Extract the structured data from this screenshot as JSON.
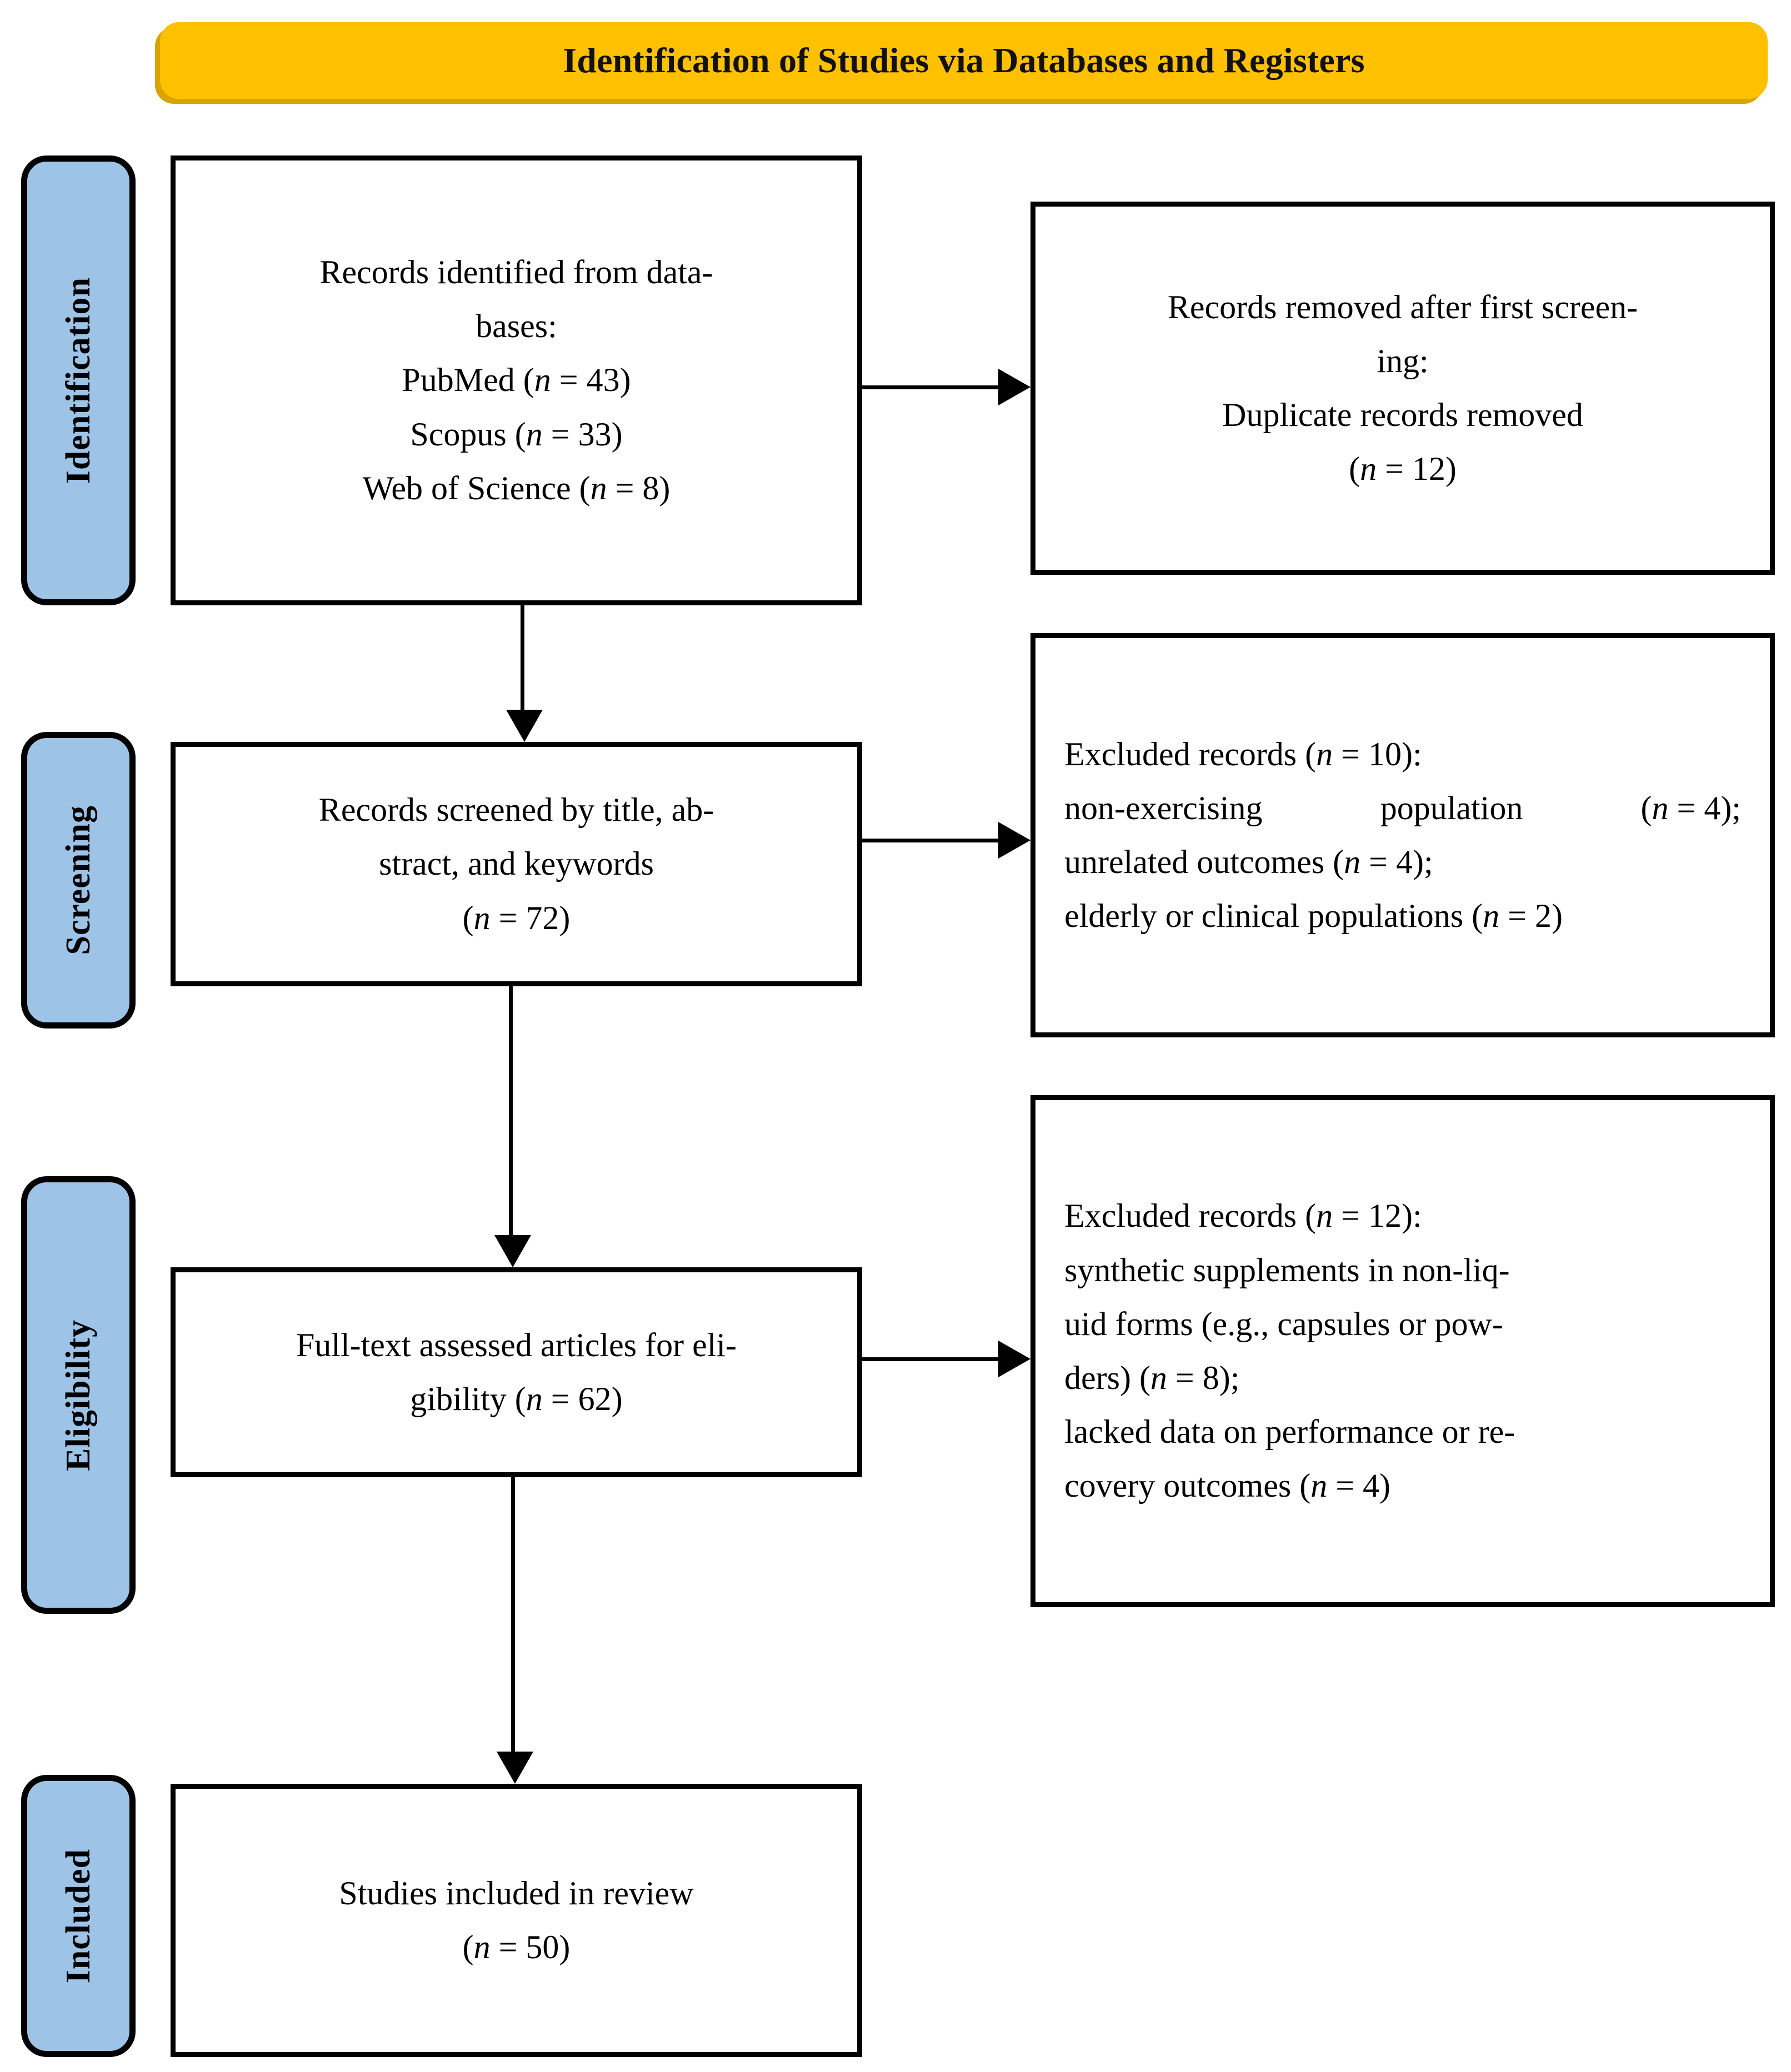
{
  "header": {
    "title": "Identification of Studies via Databases and Registers",
    "background_color": "#FFC000",
    "shadow_color": "#D9A400"
  },
  "stages": {
    "background_color": "#9DC3E6",
    "border_color": "#000000",
    "items": [
      {
        "id": "identification",
        "label": "Identification"
      },
      {
        "id": "screening",
        "label": "Screening"
      },
      {
        "id": "eligibility",
        "label": "Eligibility"
      },
      {
        "id": "included",
        "label": "Included"
      }
    ]
  },
  "boxes": {
    "identified": {
      "lines": [
        "Records identified from data-",
        "bases:",
        "PubMed (n = 43)",
        "Scopus (n = 33)",
        "Web of Science (n = 8)"
      ],
      "l1": "Records identified from data-",
      "l2": "bases:",
      "l3_pre": "PubMed (",
      "l3_n": "n",
      "l3_post": " = 43)",
      "l4_pre": "Scopus (",
      "l4_n": "n",
      "l4_post": " = 33)",
      "l5_pre": "Web of Science (",
      "l5_n": "n",
      "l5_post": " = 8)"
    },
    "removed": {
      "l1": "Records removed after first screen-",
      "l2": "ing:",
      "l3": "Duplicate records removed",
      "l4_pre": "(",
      "l4_n": "n",
      "l4_post": " = 12)"
    },
    "screened": {
      "l1": "Records screened by title, ab-",
      "l2": "stract, and keywords",
      "l3_pre": "(",
      "l3_n": "n",
      "l3_post": " = 72)"
    },
    "excluded_screening": {
      "l1_pre": "Excluded records (",
      "l1_n": "n",
      "l1_post": " = 10):",
      "l2_a": "non-exercising",
      "l2_b": "population",
      "l2_c_pre": "(",
      "l2_c_n": "n",
      "l2_c_post": " = 4);",
      "l3_pre": "unrelated outcomes (",
      "l3_n": "n",
      "l3_post": " = 4);",
      "l4_pre": "elderly or clinical populations (",
      "l4_n": "n",
      "l4_post": " = 2)"
    },
    "fulltext": {
      "l1": "Full-text assessed articles for eli-",
      "l2_pre": "gibility (",
      "l2_n": "n",
      "l2_post": " = 62)"
    },
    "excluded_eligibility": {
      "l1_pre": "Excluded records (",
      "l1_n": "n",
      "l1_post": " = 12):",
      "l2": "synthetic supplements in non-liq-",
      "l3": "uid forms (e.g., capsules or pow-",
      "l4_pre": "ders) (",
      "l4_n": "n",
      "l4_post": " = 8);",
      "l5": "lacked data on performance or re-",
      "l6_pre": "covery outcomes (",
      "l6_n": "n",
      "l6_post": " = 4)"
    },
    "included": {
      "l1": "Studies included in review",
      "l2_pre": "(",
      "l2_n": "n",
      "l2_post": " = 50)"
    }
  }
}
